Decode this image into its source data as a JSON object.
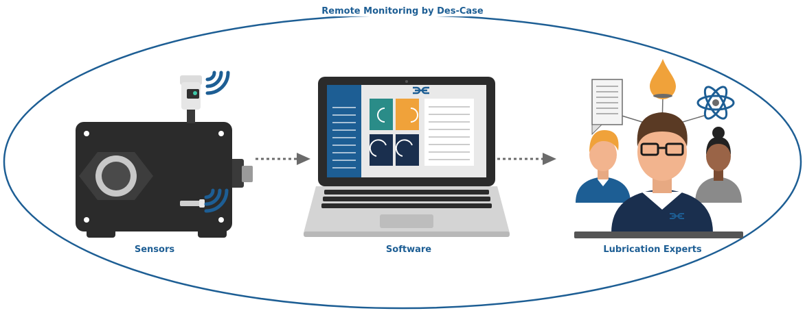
{
  "title": "Remote Monitoring by Des-Case",
  "stages": {
    "sensors": "Sensors",
    "software": "Software",
    "experts": "Lubrication Experts"
  },
  "colors": {
    "accent_blue": "#1d5e94",
    "dark_navy": "#1a2f4e",
    "teal": "#2a8c88",
    "orange": "#f0a23a",
    "device_dark": "#2b2b2b",
    "arrow_gray": "#6b6b6b"
  },
  "icons": [
    "wifi-icon",
    "oil-drop-icon",
    "document-icon",
    "atom-icon",
    "des-case-logo-icon"
  ]
}
